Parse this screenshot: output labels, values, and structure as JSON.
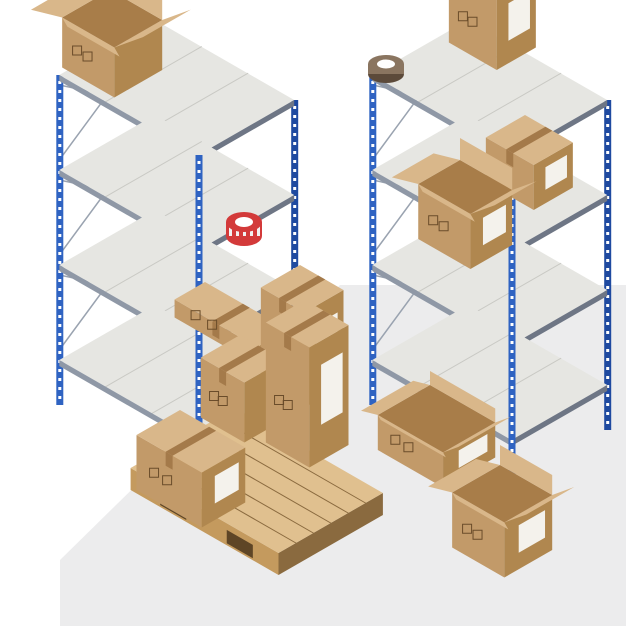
{
  "colors": {
    "background": "#ffffff",
    "floor": "#dcdcde",
    "upright_front": "#2f63c2",
    "upright_side": "#1f4aa0",
    "upright_hole": "#ffffff",
    "shelf_top": "#e6e6e2",
    "shelf_edge": "#c9c9c4",
    "shelf_shadow": "#b8b8b3",
    "crossbar": "#8f98a6",
    "crossbar_dark": "#6e7685",
    "brace": "#9aa3b0",
    "box_top": "#d9b78a",
    "box_left": "#c29a69",
    "box_right": "#b0874f",
    "box_inside": "#a87d49",
    "tape": "#a47a4a",
    "label": "#f4f2ec",
    "label_text": "#3a3a3a",
    "pallet_top": "#e0c08f",
    "pallet_side": "#c49a5e",
    "pallet_dark": "#8a6a3f",
    "tape_red": "#d33a3a",
    "tape_white": "#f2f2f2",
    "duct_tape": "#8a7560",
    "duct_tape_dark": "#5c4a3a"
  },
  "objects": [
    {
      "name": "left-shelving-unit",
      "shelves": 4
    },
    {
      "name": "right-shelving-unit",
      "shelves": 4
    },
    {
      "name": "open-box-top-left-shelf",
      "state": "open"
    },
    {
      "name": "red-warning-tape-roll"
    },
    {
      "name": "flat-long-box-bottom-shelf"
    },
    {
      "name": "taped-box-top-right-shelf"
    },
    {
      "name": "duct-tape-roll"
    },
    {
      "name": "box-middle-right-shelf"
    },
    {
      "name": "open-box-right-shelf",
      "state": "open"
    },
    {
      "name": "wooden-pallet-with-boxes"
    },
    {
      "name": "open-flat-box-floor",
      "state": "open"
    },
    {
      "name": "open-box-floor-right",
      "state": "open"
    }
  ]
}
